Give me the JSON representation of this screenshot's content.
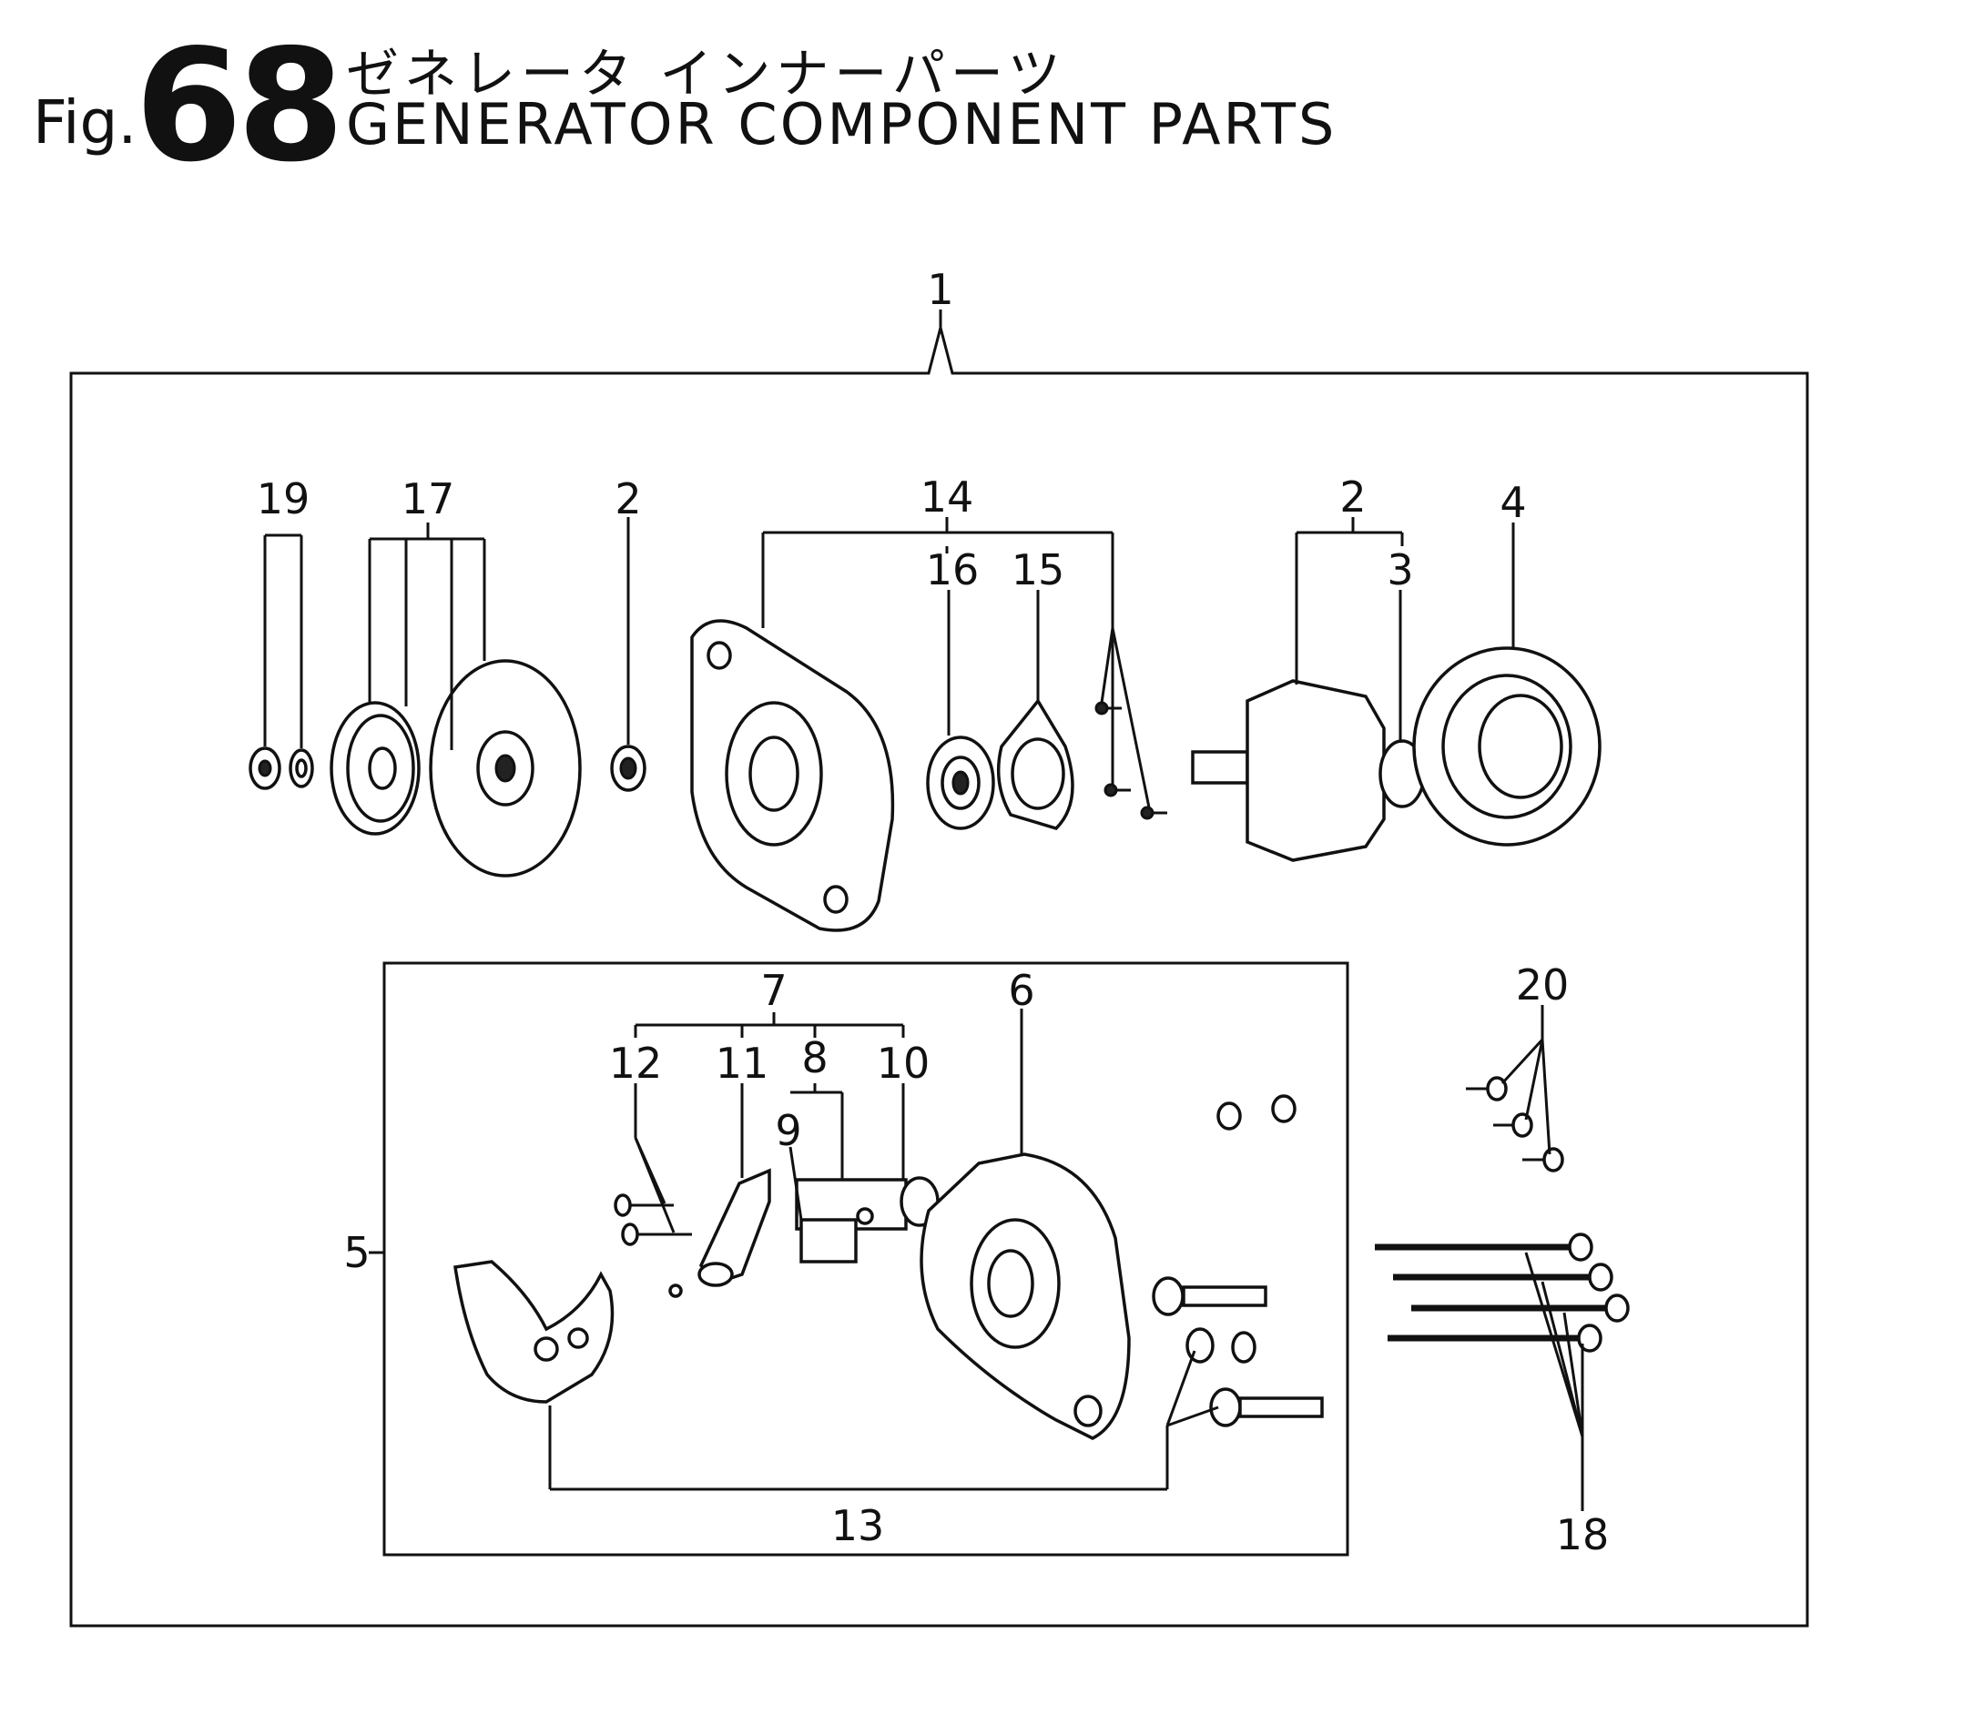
{
  "header": {
    "fig_prefix": "Fig.",
    "fig_number": "68",
    "title_jp": "ゼネレータ インナーパーツ",
    "title_en": "GENERATOR COMPONENT PARTS"
  },
  "callouts": {
    "c1": "1",
    "c19": "19",
    "c17": "17",
    "c2a": "2",
    "c14": "14",
    "c16": "16",
    "c15": "15",
    "c2b": "2",
    "c3": "3",
    "c4": "4",
    "c7": "7",
    "c6": "6",
    "c12": "12",
    "c11": "11",
    "c8": "8",
    "c10": "10",
    "c9": "9",
    "c5": "5",
    "c13": "13",
    "c20": "20",
    "c18": "18"
  }
}
